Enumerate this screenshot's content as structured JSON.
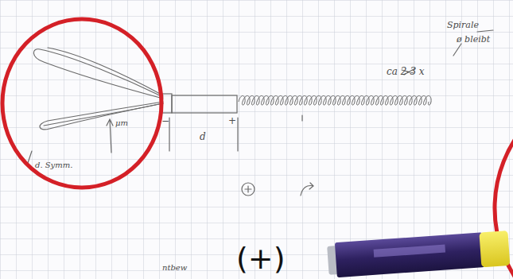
{
  "diagram": {
    "labels": [
      "Spirale",
      "ø bleibt",
      "ca 2-3 x",
      "d",
      "μm",
      "d. Symm.",
      "−",
      "+",
      "(+)",
      "ntbew"
    ]
  }
}
